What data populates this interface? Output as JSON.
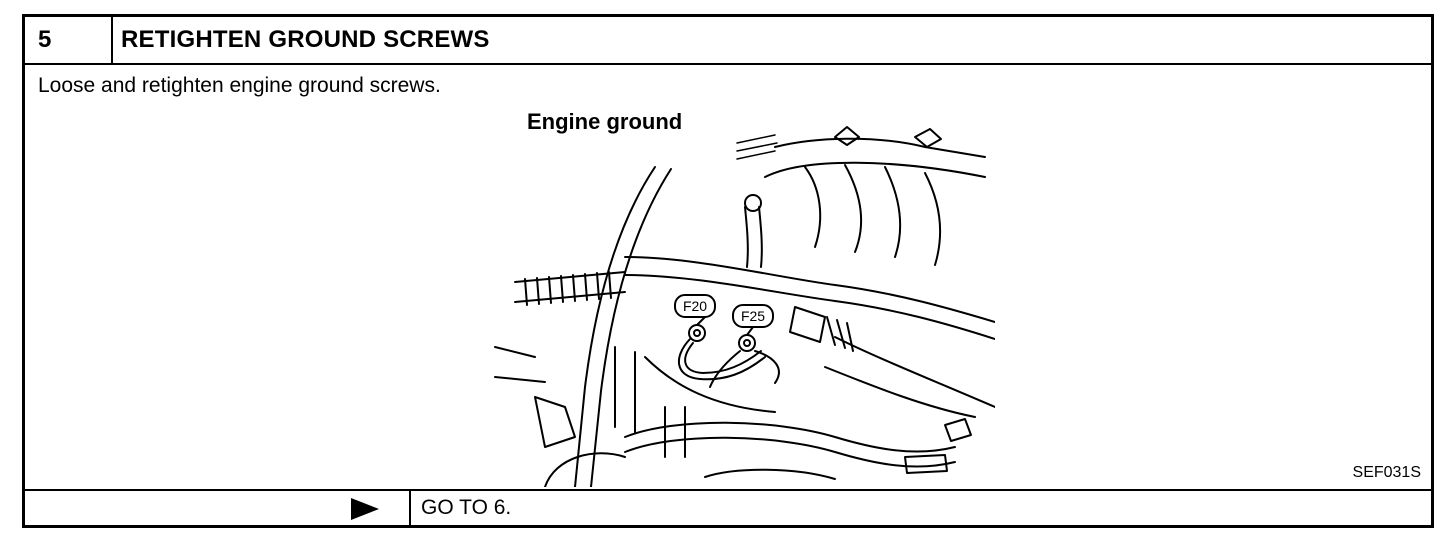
{
  "step": {
    "number": "5",
    "title": "RETIGHTEN GROUND SCREWS"
  },
  "body": {
    "instruction": "Loose and retighten engine ground screws.",
    "figure": {
      "label": "Engine ground",
      "connectors": [
        "F20",
        "F25"
      ],
      "code": "SEF031S"
    }
  },
  "result": {
    "icon": "right-triangle-arrow-icon",
    "action": "GO TO 6."
  }
}
